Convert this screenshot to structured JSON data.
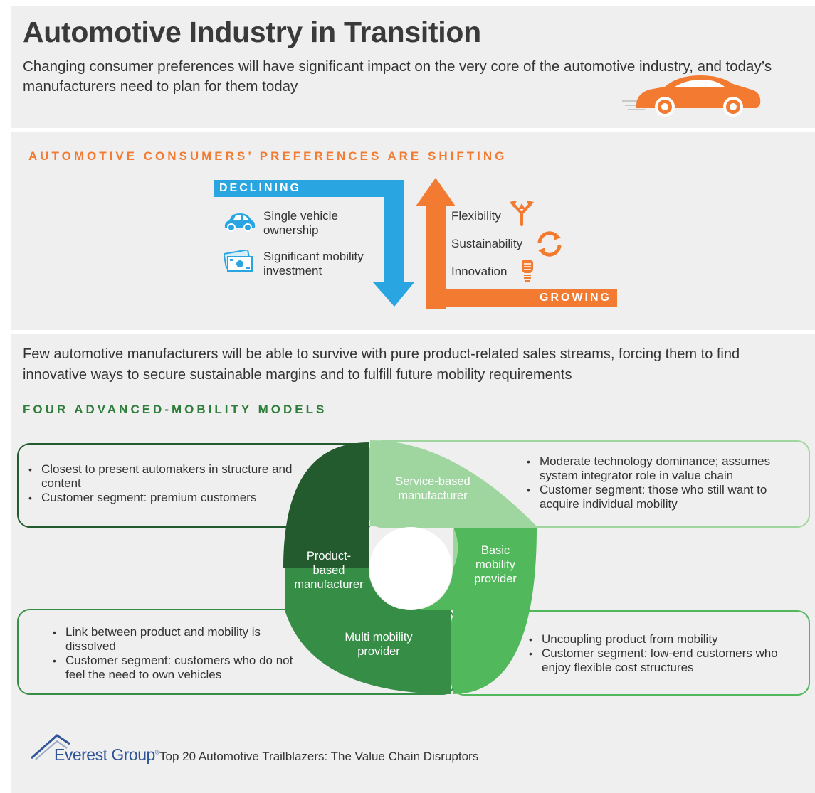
{
  "header": {
    "title": "Automotive Industry in Transition",
    "subtitle": "Changing consumer preferences will have significant impact on the very core of the automotive industry, and today’s manufacturers need to plan for them today"
  },
  "preferences": {
    "heading": "AUTOMOTIVE CONSUMERS’ PREFERENCES ARE SHIFTING",
    "declining": {
      "label": "DECLINING",
      "items": [
        {
          "text": "Single vehicle ownership",
          "icon": "car-icon"
        },
        {
          "text": "Significant mobility investment",
          "icon": "money-icon"
        }
      ]
    },
    "growing": {
      "label": "GROWING",
      "items": [
        {
          "text": "Flexibility",
          "icon": "split-arrows-icon"
        },
        {
          "text": "Sustainability",
          "icon": "recycle-icon"
        },
        {
          "text": "Innovation",
          "icon": "lightbulb-icon"
        }
      ]
    }
  },
  "mobility": {
    "paragraph": "Few automotive manufacturers will be able to survive with pure product-related sales streams, forcing them to find innovative ways to secure sustainable margins and to fulfill future mobility requirements",
    "heading": "FOUR ADVANCED-MOBILITY MODELS",
    "models": [
      {
        "name": "Product-based manufacturer",
        "lines": [
          "Product-",
          "based",
          "manufacturer"
        ],
        "bullets": [
          "Closest to present automakers in structure and content",
          "Customer segment: premium customers"
        ]
      },
      {
        "name": "Service-based manufacturer",
        "lines": [
          "Service-based",
          "manufacturer"
        ],
        "bullets": [
          "Moderate technology dominance; assumes system integrator role in value chain",
          "Customer segment: those who still want to acquire individual mobility"
        ]
      },
      {
        "name": "Basic mobility provider",
        "lines": [
          "Basic",
          "mobility",
          "provider"
        ],
        "bullets": [
          "Uncoupling product from mobility",
          "Customer segment: low-end customers who enjoy flexible cost structures"
        ]
      },
      {
        "name": "Multi mobility provider",
        "lines": [
          "Multi mobility",
          "provider"
        ],
        "bullets": [
          "Link between product and mobility is dissolved",
          "Customer segment: customers who do not feel the need to own vehicles"
        ]
      }
    ]
  },
  "footer": {
    "brand": "Everest Group",
    "brand_mark": "®",
    "text": "Top 20 Automotive Trailblazers: The Value Chain Disruptors"
  },
  "colors": {
    "orange": "#f37b31",
    "blue": "#29a6e1",
    "dark_green": "#245b2e",
    "light_green": "#9fd69f",
    "mid_green": "#52b85c",
    "green": "#368d45",
    "brand_blue": "#2f5597"
  }
}
